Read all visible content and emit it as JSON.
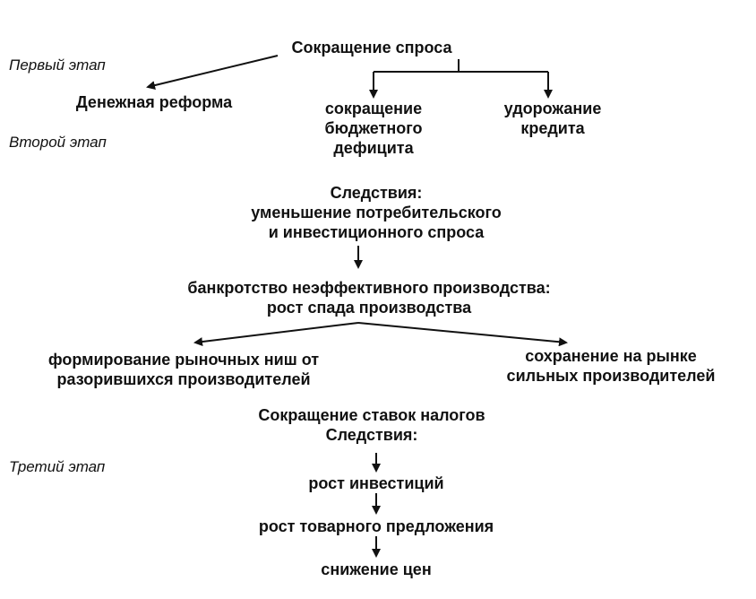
{
  "stages": {
    "first": "Первый этап",
    "second": "Второй этап",
    "third": "Третий этап"
  },
  "nodes": {
    "root": "Сокращение спроса",
    "reform": "Денежная реформа",
    "budget_1": "сокращение",
    "budget_2": "бюджетного",
    "budget_3": "дефицита",
    "credit_1": "удорожание",
    "credit_2": "кредита",
    "consequences_1": "Следствия:",
    "demand_drop_1": "уменьшение потребительского",
    "demand_drop_2": "и инвестиционного спроса",
    "bankruptcy_1": "банкротство неэффективного производства:",
    "bankruptcy_2": "рост спада производства",
    "niches_1": "формирование рыночных ниш от",
    "niches_2": "разорившихся производителей",
    "strong_1": "сохранение на рынке",
    "strong_2": "сильных производителей",
    "tax_cut": "Сокращение ставок налогов",
    "consequences_2": "Следствия:",
    "investment": "рост инвестиций",
    "supply": "рост товарного предложения",
    "prices": "снижение цен"
  },
  "colors": {
    "ink": "#111111",
    "background": "#ffffff"
  }
}
